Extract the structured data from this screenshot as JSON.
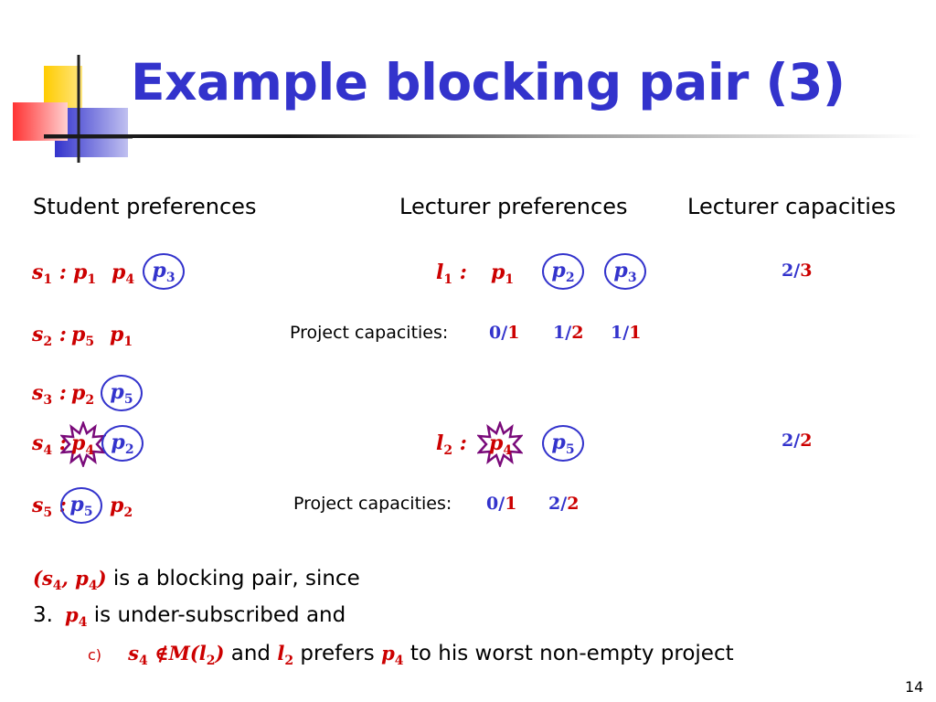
{
  "slide": {
    "title": "Example blocking pair (3)",
    "page_number": "14"
  },
  "headers": {
    "student": "Student preferences",
    "lecturer": "Lecturer preferences",
    "capacities": "Lecturer capacities"
  },
  "students": [
    {
      "s": "s",
      "n": "1",
      "prefs": [
        [
          "p",
          "1"
        ],
        [
          "p",
          "4"
        ],
        [
          "p",
          "3"
        ]
      ]
    },
    {
      "s": "s",
      "n": "2",
      "prefs": [
        [
          "p",
          "5"
        ],
        [
          "p",
          "1"
        ]
      ]
    },
    {
      "s": "s",
      "n": "3",
      "prefs": [
        [
          "p",
          "2"
        ],
        [
          "p",
          "5"
        ]
      ]
    },
    {
      "s": "s",
      "n": "4",
      "prefs": [
        [
          "p",
          "4"
        ],
        [
          "p",
          "2"
        ]
      ]
    },
    {
      "s": "s",
      "n": "5",
      "prefs": [
        [
          "p",
          "5"
        ],
        [
          "p",
          "2"
        ]
      ]
    }
  ],
  "lecturers": [
    {
      "l": "l",
      "n": "1",
      "prefs": [
        [
          "p",
          "1"
        ],
        [
          "p",
          "2"
        ],
        [
          "p",
          "3"
        ]
      ],
      "capacity": {
        "used": "2",
        "total": "3"
      },
      "project_caps_label": "Project capacities:",
      "project_caps": [
        {
          "used": "0",
          "total": "1"
        },
        {
          "used": "1",
          "total": "2"
        },
        {
          "used": "1",
          "total": "1"
        }
      ]
    },
    {
      "l": "l",
      "n": "2",
      "prefs": [
        [
          "p",
          "4"
        ],
        [
          "p",
          "5"
        ]
      ],
      "capacity": {
        "used": "2",
        "total": "2"
      },
      "project_caps_label": "Project capacities:",
      "project_caps": [
        {
          "used": "0",
          "total": "1"
        },
        {
          "used": "2",
          "total": "2"
        }
      ]
    }
  ],
  "conclusion": {
    "pair_s": "s",
    "pair_s_n": "4",
    "pair_p": "p",
    "pair_p_n": "4",
    "line1_text": " is a blocking pair, since",
    "item3_num": "3.",
    "item3_p": "p",
    "item3_p_n": "4",
    "item3_text": " is under-subscribed and",
    "itemc_bullet": "c)",
    "itemc_s": "s",
    "itemc_s_n": "4",
    "itemc_notin": "∉",
    "itemc_M": "M",
    "itemc_l": "l",
    "itemc_l_n": "2",
    "itemc_and": " and ",
    "itemc_l2": "l",
    "itemc_l2_n": "2",
    "itemc_prefers": " prefers ",
    "itemc_p": "p",
    "itemc_p_n": "4",
    "itemc_rest": " to his worst non-empty project"
  },
  "colors": {
    "title_blue": "#3333cc",
    "red": "#cc0000",
    "star_purple": "#7a0a7a",
    "logo_yellow": "#ffcc00",
    "logo_blue": "#3333cc",
    "logo_red": "#ff3333"
  }
}
